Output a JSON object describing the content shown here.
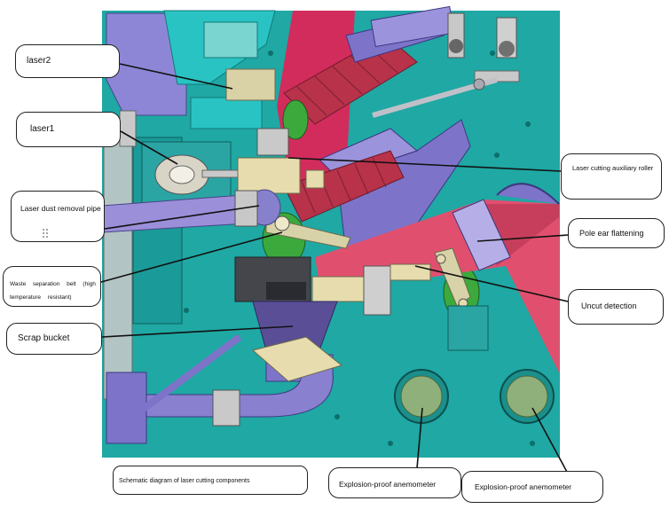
{
  "labels": {
    "laser2": "laser2",
    "laser1": "laser1",
    "dust_removal": "Laser dust removal pipe",
    "waste_belt": "Waste separation belt (high temperature resistant)",
    "scrap_bucket": "Scrap bucket",
    "aux_roller": "Laser cutting auxiliary roller",
    "pole_ear": "Pole ear flattening",
    "uncut": "Uncut detection",
    "anemometer_1": "Explosion-proof anemometer",
    "anemometer_2": "Explosion-proof anemometer"
  },
  "caption": "Schematic diagram of laser cutting components",
  "colors": {
    "background_teal": "#1fa8a4",
    "machine_purple": "#7d74c9",
    "belt_crimson": "#d22c5c",
    "roller_red": "#b8324a",
    "sheet_pink": "#e0506e",
    "frame_cyan": "#29c3c3",
    "plate_beige": "#e6dcae",
    "green_ring": "#3ca93c",
    "leader_line": "#111111"
  }
}
